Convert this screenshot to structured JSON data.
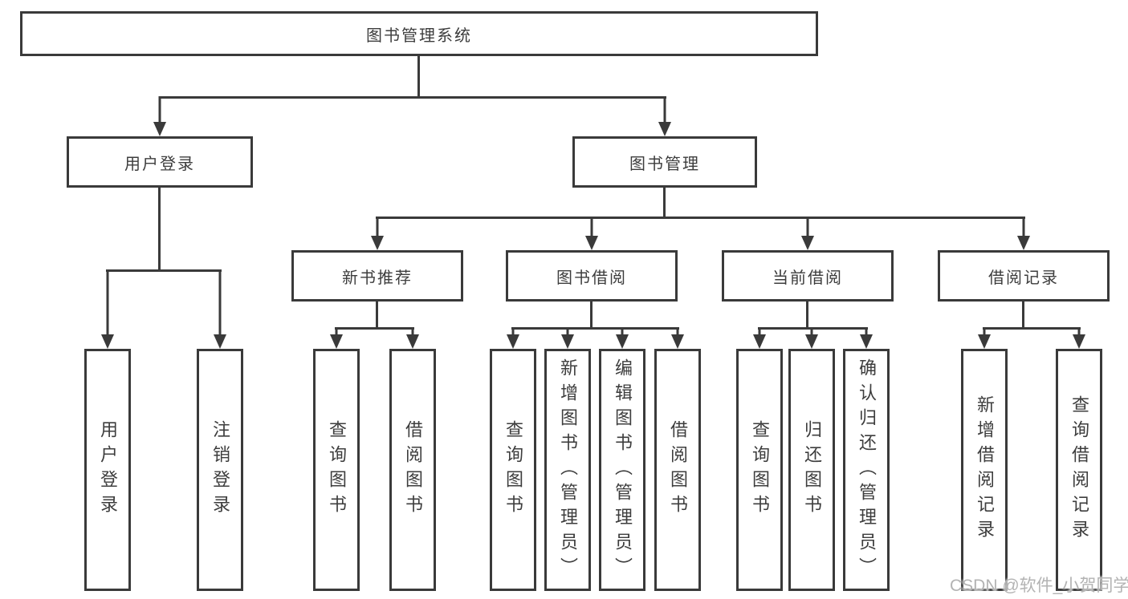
{
  "diagram": {
    "root": {
      "label": "图书管理系统"
    },
    "level2": [
      {
        "label": "用户登录"
      },
      {
        "label": "图书管理"
      }
    ],
    "level3": [
      {
        "label": "新书推荐"
      },
      {
        "label": "图书借阅"
      },
      {
        "label": "当前借阅"
      },
      {
        "label": "借阅记录"
      }
    ],
    "leaves": {
      "user_login": [
        {
          "label": "用户登录"
        },
        {
          "label": "注销登录"
        }
      ],
      "new_book_recommend": [
        {
          "label": "查询图书"
        },
        {
          "label": "借阅图书"
        }
      ],
      "book_borrowing": [
        {
          "label": "查询图书"
        },
        {
          "label": "新增图书（管理员）"
        },
        {
          "label": "编辑图书（管理员）"
        },
        {
          "label": "借阅图书"
        }
      ],
      "current_borrowing": [
        {
          "label": "查询图书"
        },
        {
          "label": "归还图书"
        },
        {
          "label": "确认归还（管理员）"
        }
      ],
      "borrowing_records": [
        {
          "label": "新增借阅记录"
        },
        {
          "label": "查询借阅记录"
        }
      ]
    }
  },
  "watermark": "CSDN @软件_小贺同学",
  "colors": {
    "line": "#3a3a3a",
    "text": "#3d3d3d",
    "background": "#ffffff",
    "watermark": "#b3b3b3"
  }
}
